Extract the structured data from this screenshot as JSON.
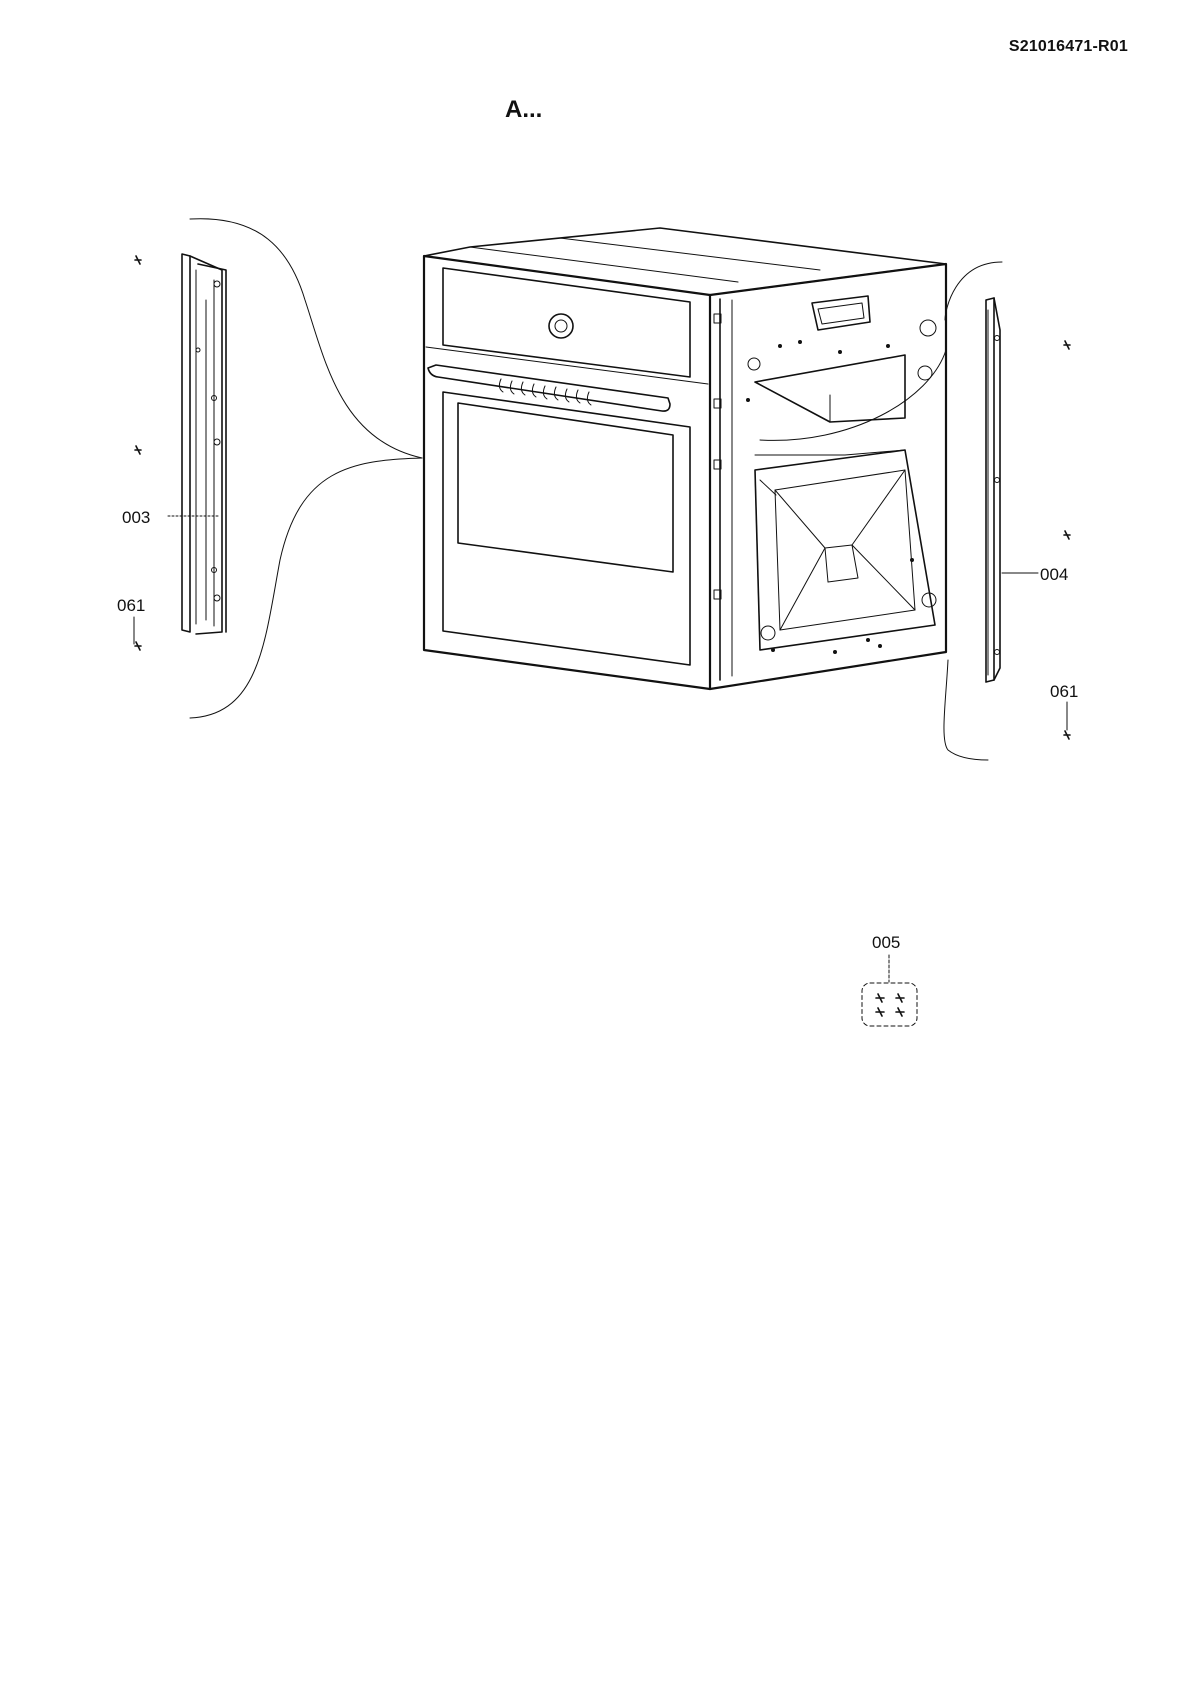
{
  "header": {
    "document_id": "S21016471-R01",
    "section": "A..."
  },
  "parts": {
    "left_rail": {
      "number": "003"
    },
    "left_screw": {
      "number": "061"
    },
    "right_rail": {
      "number": "004"
    },
    "right_screw": {
      "number": "061"
    },
    "screw_kit": {
      "number": "005"
    }
  },
  "colors": {
    "ink": "#111111",
    "background": "#ffffff"
  }
}
